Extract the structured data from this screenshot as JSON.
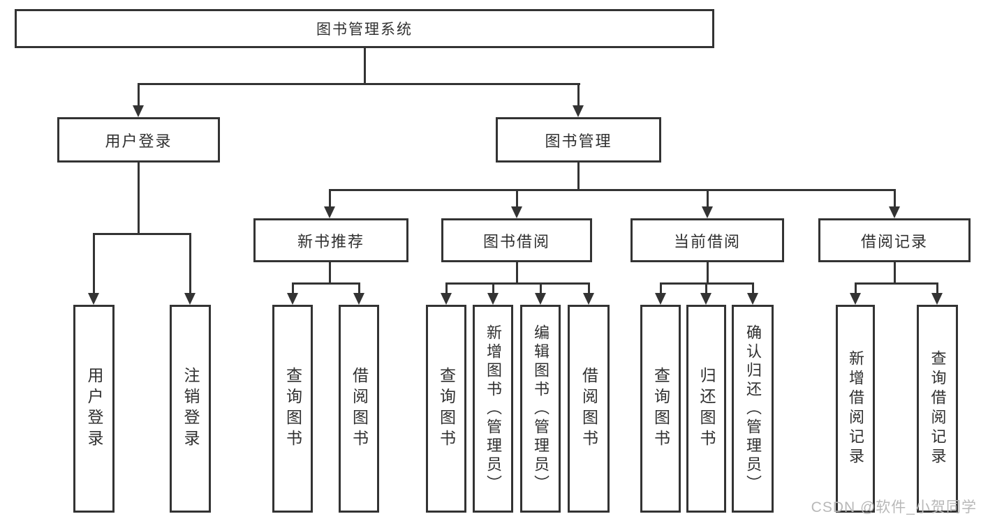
{
  "tree": {
    "root": {
      "label": "图书管理系统",
      "children": [
        {
          "label": "用户登录",
          "children": [
            {
              "label": "用户登录"
            },
            {
              "label": "注销登录"
            }
          ]
        },
        {
          "label": "图书管理",
          "children": [
            {
              "label": "新书推荐",
              "children": [
                {
                  "label": "查询图书"
                },
                {
                  "label": "借阅图书"
                }
              ]
            },
            {
              "label": "图书借阅",
              "children": [
                {
                  "label": "查询图书"
                },
                {
                  "label": "新增图书（管理员）"
                },
                {
                  "label": "编辑图书（管理员）"
                },
                {
                  "label": "借阅图书"
                }
              ]
            },
            {
              "label": "当前借阅",
              "children": [
                {
                  "label": "查询图书"
                },
                {
                  "label": "归还图书"
                },
                {
                  "label": "确认归还（管理员）"
                }
              ]
            },
            {
              "label": "借阅记录",
              "children": [
                {
                  "label": "新增借阅记录"
                },
                {
                  "label": "查询借阅记录"
                }
              ]
            }
          ]
        }
      ]
    }
  },
  "watermark": {
    "text": "CSDN @软件_小贺同学"
  },
  "colors": {
    "line": "#333333",
    "text": "#303030",
    "background": "#ffffff",
    "watermark": "#b8b8b8"
  }
}
